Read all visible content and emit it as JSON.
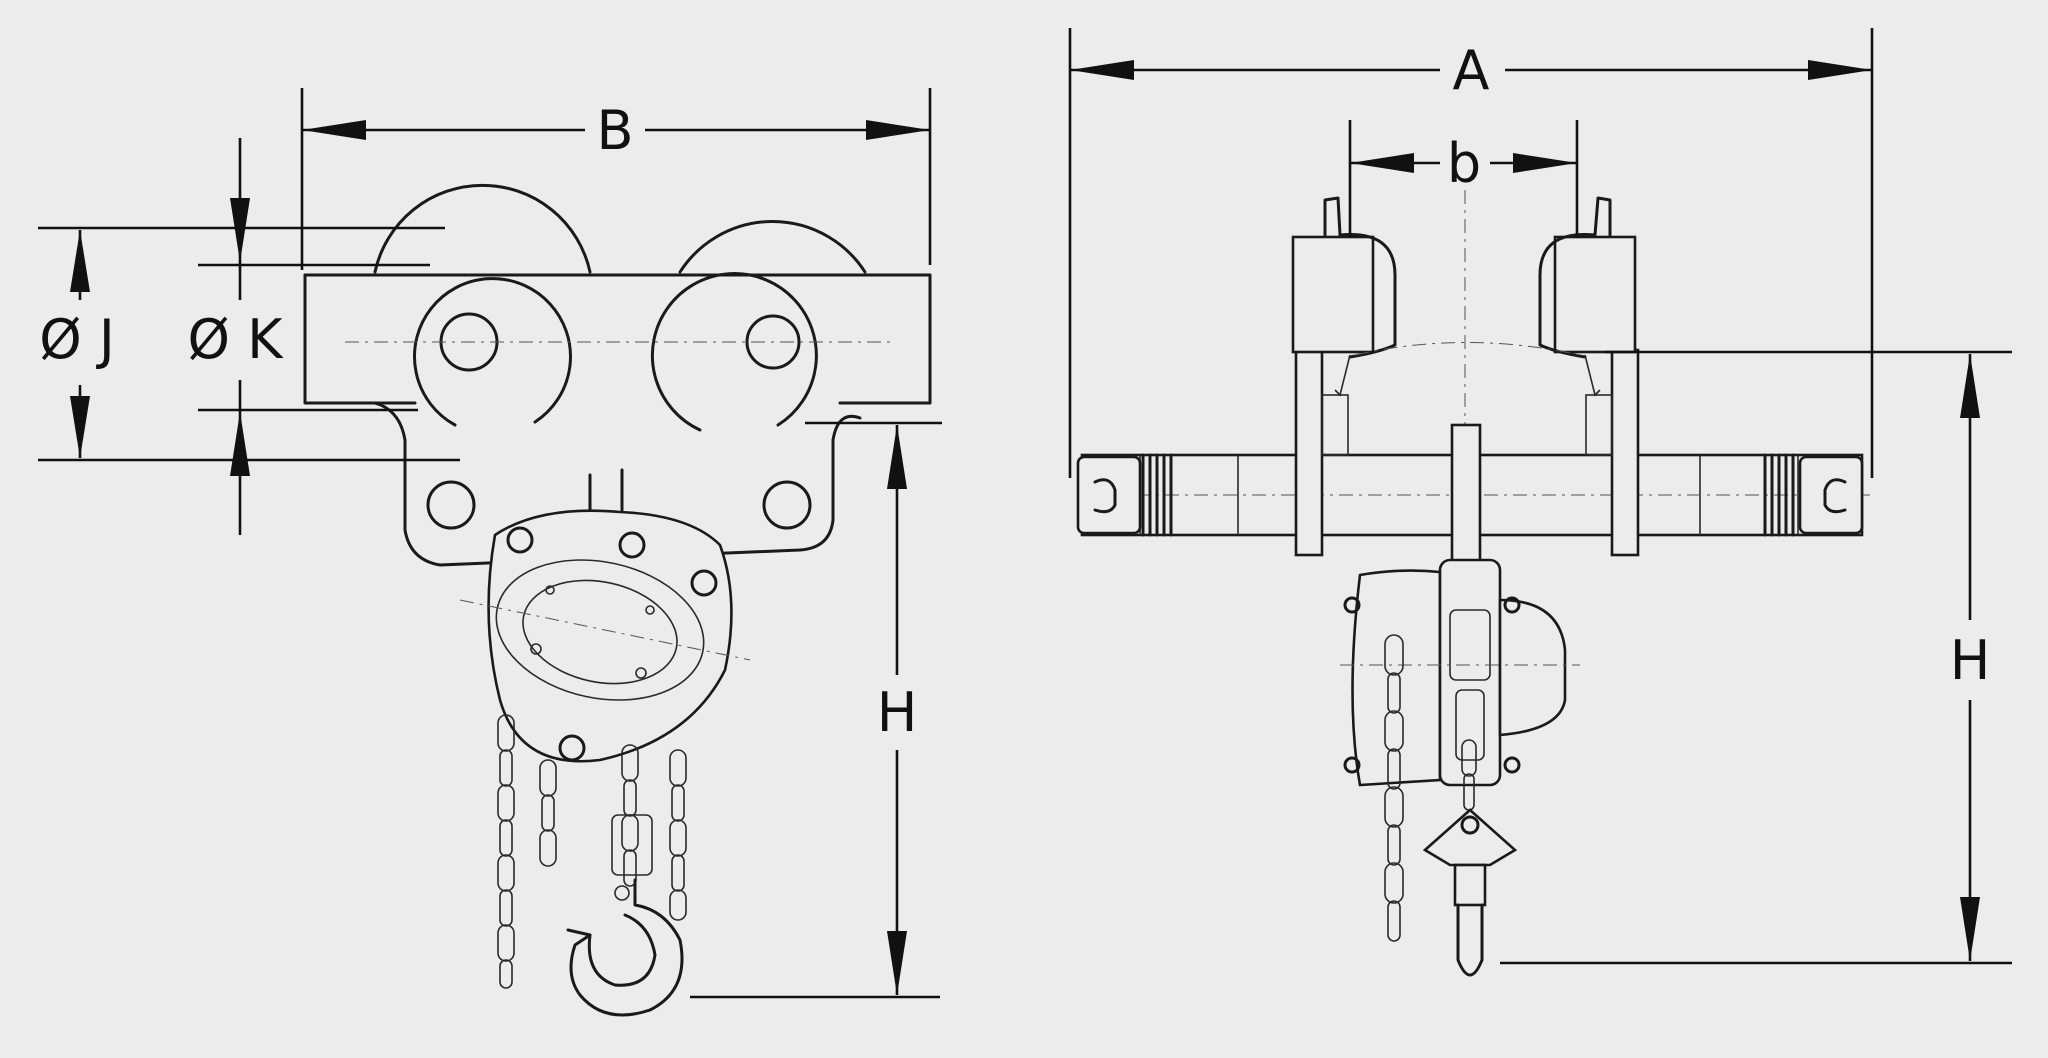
{
  "dimensions": {
    "side_view": {
      "width_label": "B",
      "outer_diameter_label": "Ø J",
      "inner_diameter_label": "Ø K",
      "height_label": "H"
    },
    "front_view": {
      "overall_width_label": "A",
      "flange_width_label": "b",
      "height_label": "H"
    }
  },
  "colors": {
    "background": "#ececec",
    "line": "#1a1a1a"
  }
}
